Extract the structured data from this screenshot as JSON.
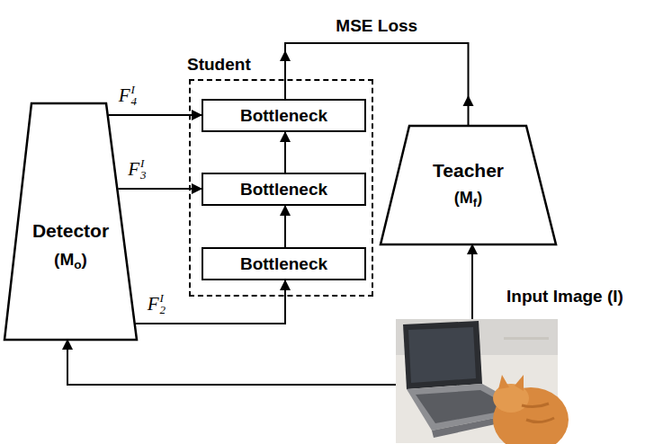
{
  "diagram": {
    "nodes": [
      {
        "text": [
          "Detector",
          "(Mo)"
        ]
      },
      {
        "text": [
          "Student"
        ]
      },
      {
        "text": [
          "Bottleneck"
        ],
        "in": 1
      },
      {
        "text": [
          "Bottleneck"
        ],
        "in": 1
      },
      {
        "text": [
          "Bottleneck"
        ],
        "in": 1
      },
      {
        "text": [
          "Teacher",
          "(Mf)"
        ]
      },
      {
        "text": [
          "Input Image (I)"
        ]
      }
    ],
    "edges": [
      {
        "from": 6,
        "to": 0,
        "arrow": "to"
      },
      {
        "from": 6,
        "to": 5,
        "arrow": "to"
      },
      {
        "from": 0,
        "to": 2,
        "label": "F4I",
        "arrow": "to"
      },
      {
        "from": 0,
        "to": 3,
        "label": "F3I",
        "arrow": "to"
      },
      {
        "from": 0,
        "to": 4,
        "label": "F2I",
        "arrow": "to"
      },
      {
        "from": 4,
        "to": 3,
        "arrow": "to"
      },
      {
        "from": 3,
        "to": 2,
        "arrow": "to"
      },
      {
        "from": 2,
        "to": 5,
        "label": "MSE Loss",
        "arrow": "none"
      }
    ]
  }
}
